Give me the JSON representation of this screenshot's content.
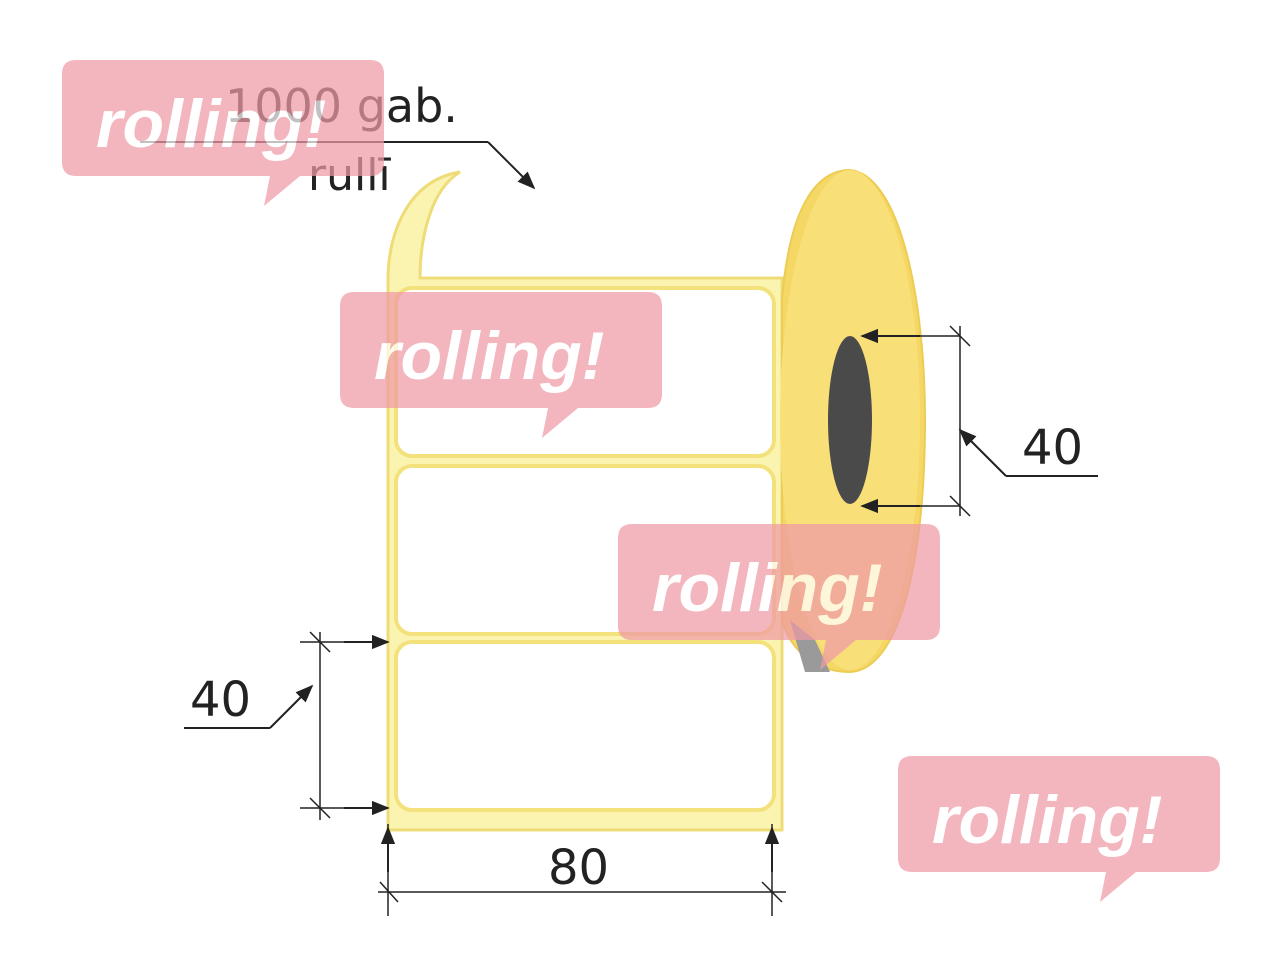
{
  "roll": {
    "quantity_label": "1000 gab.",
    "unit_label": "rullī"
  },
  "dimensions": {
    "core_diameter": "40",
    "label_height": "40",
    "label_width": "80"
  },
  "colors": {
    "label_edge": "#f7e98a",
    "roll_face": "#f4d565",
    "core_hole": "#4a4a4a",
    "watermark": "#ef9aa6"
  },
  "watermark": {
    "text": "rolling!"
  }
}
